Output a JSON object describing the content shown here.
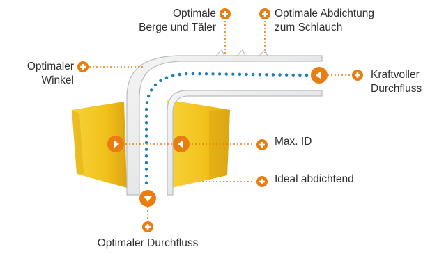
{
  "callouts": {
    "berge_taeler": {
      "line1": "Optimale",
      "line2": "Berge und Täler"
    },
    "abdichtung": {
      "line1": "Optimale Abdichtung",
      "line2": "zum Schlauch"
    },
    "winkel": {
      "line1": "Optimaler",
      "line2": "Winkel"
    },
    "durchfluss_kraft": {
      "line1": "Kraftvoller",
      "line2": "Durchfluss"
    },
    "max_id": {
      "line1": "Max. ID"
    },
    "ideal": {
      "line1": "Ideal abdichtend"
    },
    "opt_durchfluss": {
      "line1": "Optimaler Durchfluss"
    }
  },
  "colors": {
    "accent": "#e97d0f",
    "flow_dots": "#1f7fb6",
    "fitting_yellow": "#f2c21c",
    "fitting_yellow_dark": "#d9a10d",
    "tube_outline": "#b9bcbf",
    "text": "#2f2f2f"
  },
  "icons": {
    "plus": "plus-circle-icon",
    "arrow_left": "arrow-left-circle-icon",
    "arrow_right": "arrow-right-circle-icon",
    "arrow_down": "arrow-down-circle-icon"
  }
}
